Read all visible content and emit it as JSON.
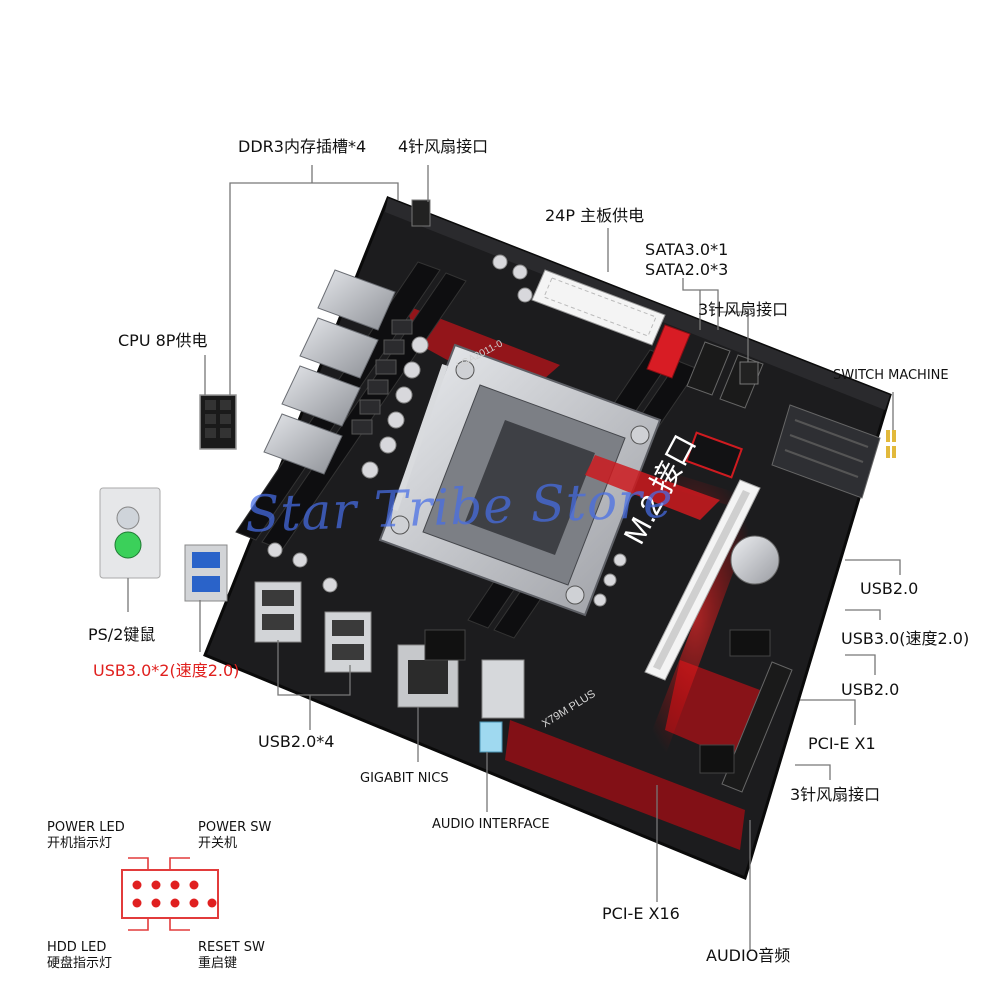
{
  "labels": {
    "ddr3": "DDR3内存插槽*4",
    "fan4": "4针风扇接口",
    "power24": "24P 主板供电",
    "sata3": "SATA3.0*1",
    "sata2": "SATA2.0*3",
    "fan3_top": "3针风扇接口",
    "switch": "SWITCH MACHINE",
    "cpu8p": "CPU 8P供电",
    "usb2_a": "USB2.0",
    "usb30_internal": "USB3.0(速度2.0)",
    "usb2_b": "USB2.0",
    "pcie_x1": "PCI-E X1",
    "fan3_bottom": "3针风扇接口",
    "ps2": "PS/2键鼠",
    "usb30_rear": "USB3.0*2(速度2.0)",
    "usb2_rear": "USB2.0*4",
    "gigabit": "GIGABIT NICS",
    "audio_if": "AUDIO INTERFACE",
    "pcie_x16": "PCI-E X16",
    "audio": "AUDIO音频"
  },
  "board_text": {
    "m2": "M.2 接口",
    "model": "X79M PLUS",
    "socket": "LGA2011-0"
  },
  "watermark": "Star Tribe Store",
  "front_panel": {
    "power_led": "POWER LED",
    "power_led_cn": "开机指示灯",
    "power_sw": "POWER SW",
    "power_sw_cn": "开关机",
    "hdd_led": "HDD LED",
    "hdd_led_cn": "硬盘指示灯",
    "reset_sw": "RESET SW",
    "reset_sw_cn": "重启键"
  },
  "colors": {
    "board": "#1c1c1e",
    "accent_red": "#d01818",
    "heatsink": "#b9bcc2",
    "leader": "#777777"
  }
}
